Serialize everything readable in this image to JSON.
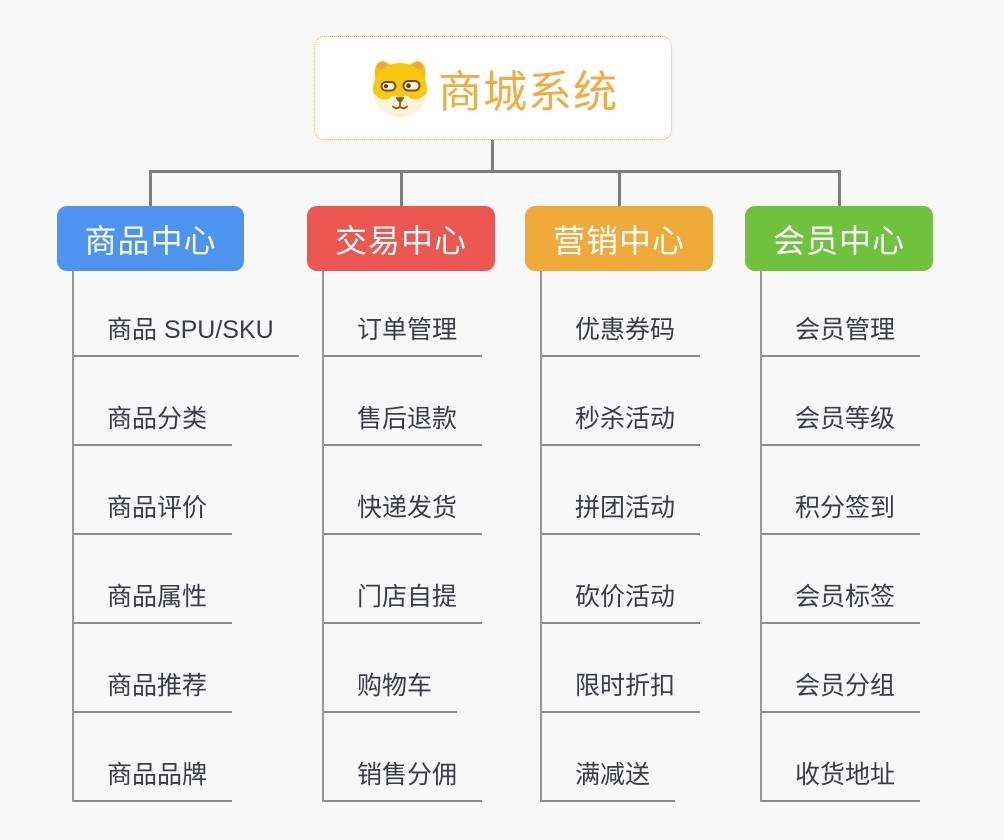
{
  "root": {
    "title": "商城系统",
    "icon": "doge-icon",
    "title_color": "#F1AC43",
    "border_color": "#EFAE55"
  },
  "connector_color": "#7E7E7E",
  "branches": [
    {
      "label": "商品中心",
      "color": "#4D94EE",
      "items": [
        "商品 SPU/SKU",
        "商品分类",
        "商品评价",
        "商品属性",
        "商品推荐",
        "商品品牌"
      ]
    },
    {
      "label": "交易中心",
      "color": "#EC5752",
      "items": [
        "订单管理",
        "售后退款",
        "快递发货",
        "门店自提",
        "购物车",
        "销售分佣"
      ]
    },
    {
      "label": "营销中心",
      "color": "#F0AA3A",
      "items": [
        "优惠券码",
        "秒杀活动",
        "拼团活动",
        "砍价活动",
        "限时折扣",
        "满减送"
      ]
    },
    {
      "label": "会员中心",
      "color": "#70C13E",
      "items": [
        "会员管理",
        "会员等级",
        "积分签到",
        "会员标签",
        "会员分组",
        "收货地址"
      ]
    }
  ]
}
